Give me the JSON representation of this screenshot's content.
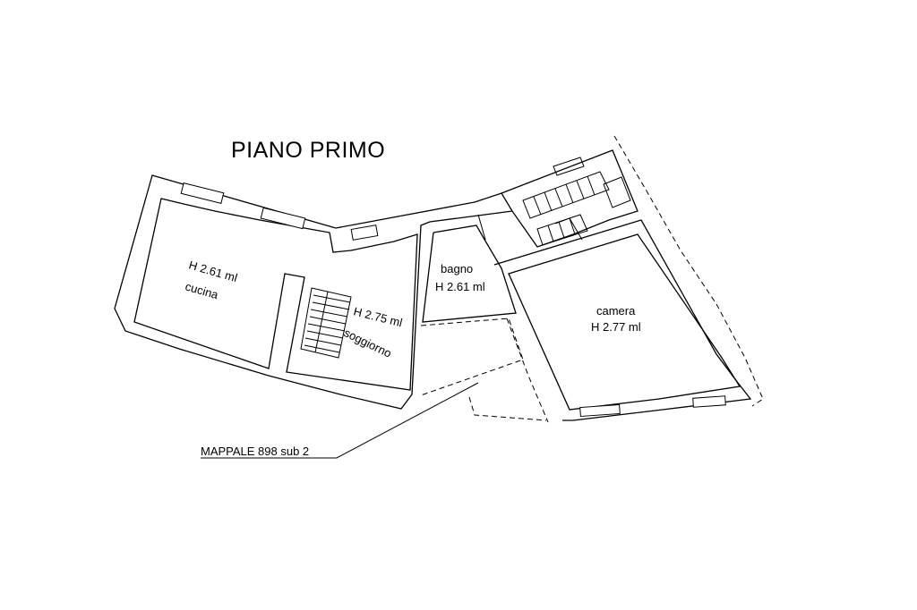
{
  "plan": {
    "title": "PIANO PRIMO",
    "rooms": {
      "cucina": {
        "height_label": "H 2.61 ml",
        "name": "cucina"
      },
      "soggiorno": {
        "height_label": "H 2.75 ml",
        "name": "soggiorno"
      },
      "bagno": {
        "name": "bagno",
        "height_label": "H 2.61 ml"
      },
      "camera": {
        "name": "camera",
        "height_label": "H 2.77 ml"
      }
    },
    "parcel_label": "MAPPALE 898 sub 2"
  }
}
